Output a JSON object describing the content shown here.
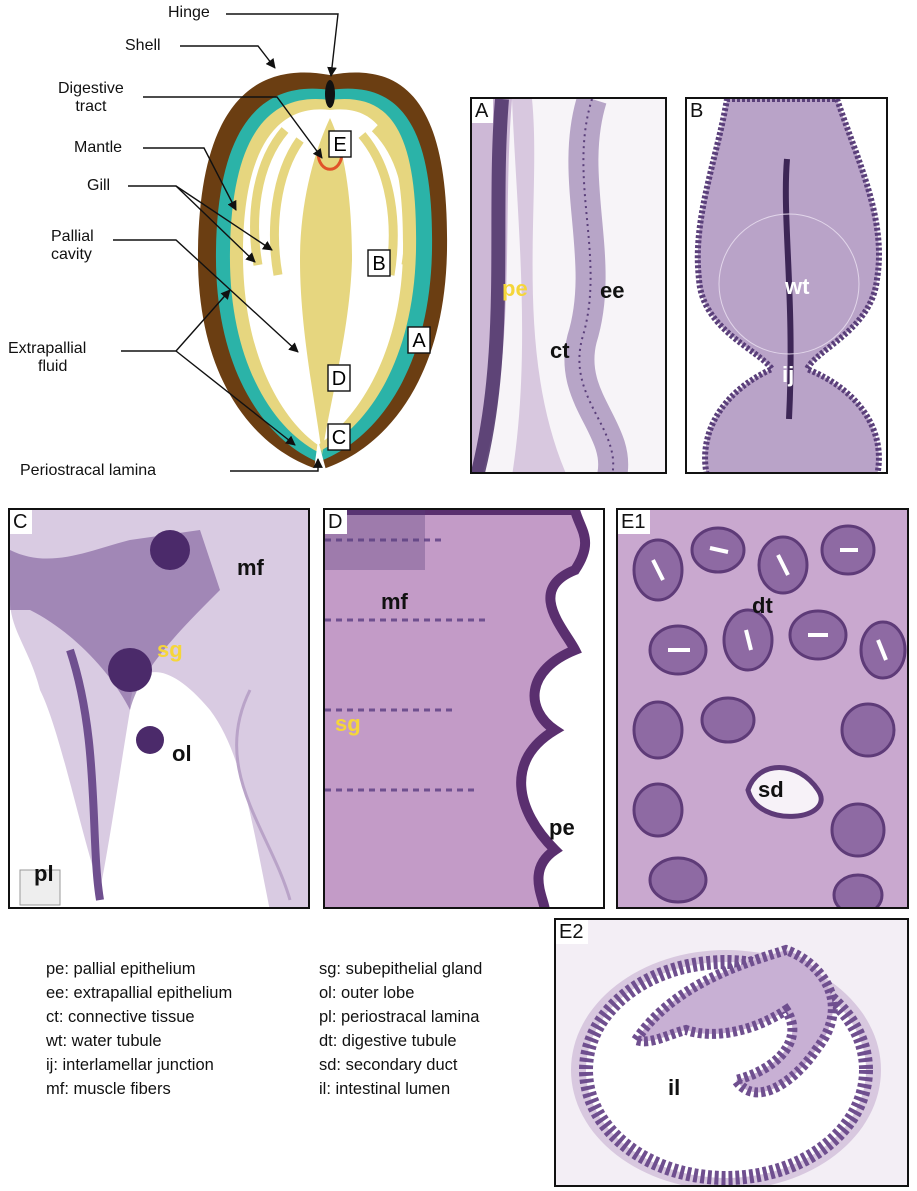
{
  "diagram": {
    "labels": {
      "hinge": "Hinge",
      "shell": "Shell",
      "digestive_tract": [
        "Digestive",
        "tract"
      ],
      "mantle": "Mantle",
      "gill": "Gill",
      "pallial_cavity": [
        "Pallial",
        "cavity"
      ],
      "extrapallial_fluid": [
        "Extrapallial",
        "fluid"
      ],
      "periostracal_lamina": "Periostracal lamina"
    },
    "markers": [
      "E",
      "B",
      "A",
      "D",
      "C"
    ],
    "colors": {
      "shell": "#6b3e12",
      "mantle_edge": "#2bb3a8",
      "tissue": "#e6d67f",
      "digestive_tract_outline": "#e0522a",
      "hinge": "#111111"
    }
  },
  "panels": {
    "A": {
      "tag": "A",
      "labels": [
        "pe",
        "ct",
        "ee"
      ]
    },
    "B": {
      "tag": "B",
      "labels": [
        "wt",
        "ij"
      ]
    },
    "C": {
      "tag": "C",
      "labels": [
        "mf",
        "sg",
        "ol",
        "pl"
      ]
    },
    "D": {
      "tag": "D",
      "labels": [
        "mf",
        "sg",
        "pe"
      ]
    },
    "E1": {
      "tag": "E1",
      "labels": [
        "dt",
        "sd"
      ]
    },
    "E2": {
      "tag": "E2",
      "labels": [
        "il"
      ]
    }
  },
  "legend": {
    "left": [
      "pe: pallial epithelium",
      "ee: extrapallial epithelium",
      "ct: connective tissue",
      "wt: water tubule",
      "ij: interlamellar junction",
      "mf: muscle fibers"
    ],
    "right": [
      "sg: subepithelial gland",
      "ol: outer lobe",
      "pl: periostracal lamina",
      "dt: digestive tubule",
      "sd: secondary duct",
      "il: intestinal lumen"
    ]
  }
}
